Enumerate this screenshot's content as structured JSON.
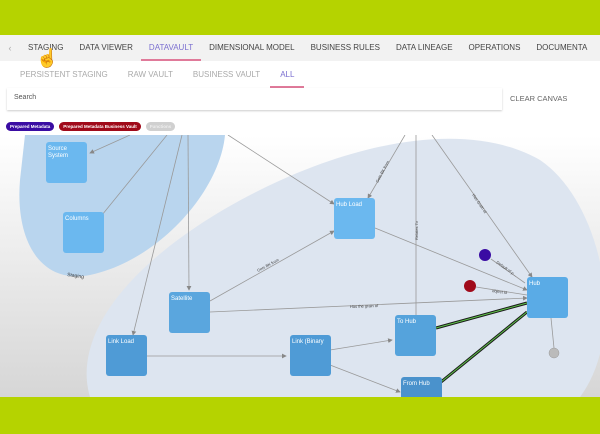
{
  "tabs": [
    "STAGING",
    "DATA VIEWER",
    "DATAVAULT",
    "DIMENSIONAL MODEL",
    "BUSINESS RULES",
    "DATA LINEAGE",
    "OPERATIONS",
    "DOCUMENTA"
  ],
  "active_tab": "DATAVAULT",
  "subtabs": [
    "PERSISTENT STAGING",
    "RAW VAULT",
    "BUSINESS VAULT",
    "ALL"
  ],
  "active_subtab": "ALL",
  "search": {
    "placeholder": "Search"
  },
  "clear_canvas": "CLEAR CANVAS",
  "chips": [
    {
      "label": "Prepared Metadata",
      "color": "#3a0ca3"
    },
    {
      "label": "Prepared Metadata Business Vault",
      "color": "#a00a1a"
    },
    {
      "label": "Functions",
      "color": "#cccccc"
    }
  ],
  "groups": {
    "staging": "Staging"
  },
  "nodes": {
    "source_system": "Source System",
    "columns": "Columns",
    "satellite": "Satellite",
    "link_load": "Link Load",
    "hub_load": "Hub Load",
    "hub": "Hub",
    "to_hub": "To Hub",
    "link_binary": "Link (Binary",
    "from_hub": "From Hub"
  },
  "edges": {
    "gets_bk_from_1": "Gets BK from",
    "gets_bk_from_2": "Gets BK from",
    "relates_to": "Relates To",
    "has_grain_of": "Has Grain of",
    "default_of": "Default of p...",
    "object_id": "object id",
    "has_the_grain_of": "Has the grain of"
  },
  "colors": {
    "node": "#5aa9e6",
    "staging_group": "#b9d5ee",
    "vault_group": "#dde5f0",
    "accent": "#7b6fd0",
    "green_band": "#b5d300"
  }
}
